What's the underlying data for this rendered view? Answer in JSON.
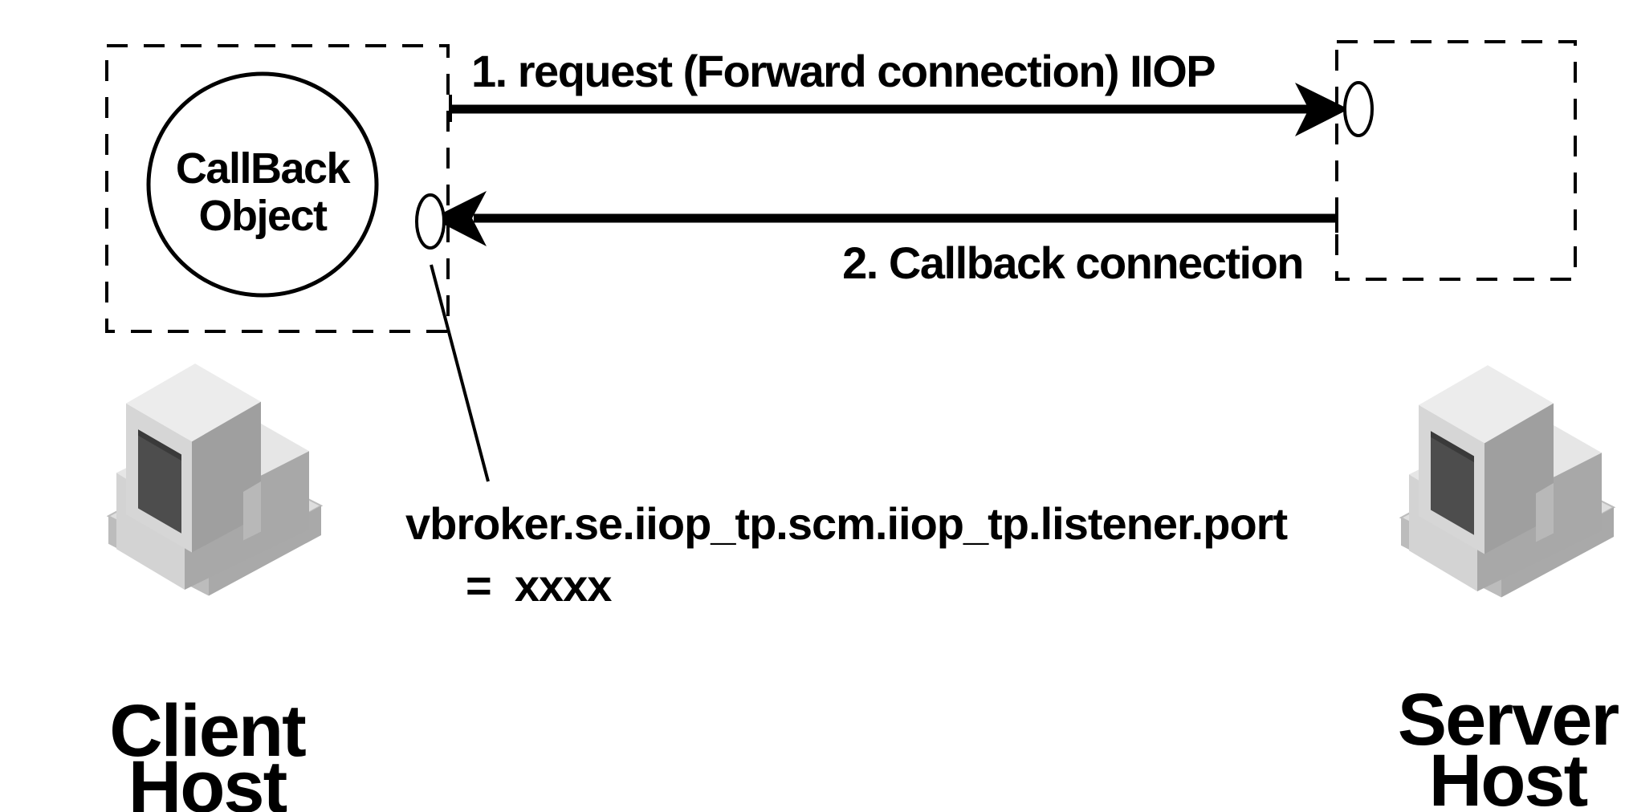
{
  "diagram": {
    "arrows": {
      "request_label": "1. request (Forward connection) IIOP",
      "callback_label": "2. Callback connection"
    },
    "client": {
      "object_line1": "CallBack",
      "object_line2": "Object",
      "host_line1": "Client",
      "host_line2": "Host",
      "icon": "desktop-computer-icon"
    },
    "server": {
      "host_line1": "Server",
      "host_line2": "Host",
      "icon": "desktop-computer-icon"
    },
    "listener": {
      "property": "vbroker.se.iiop_tp.scm.iiop_tp.listener.port",
      "value": "=  xxxx"
    }
  }
}
